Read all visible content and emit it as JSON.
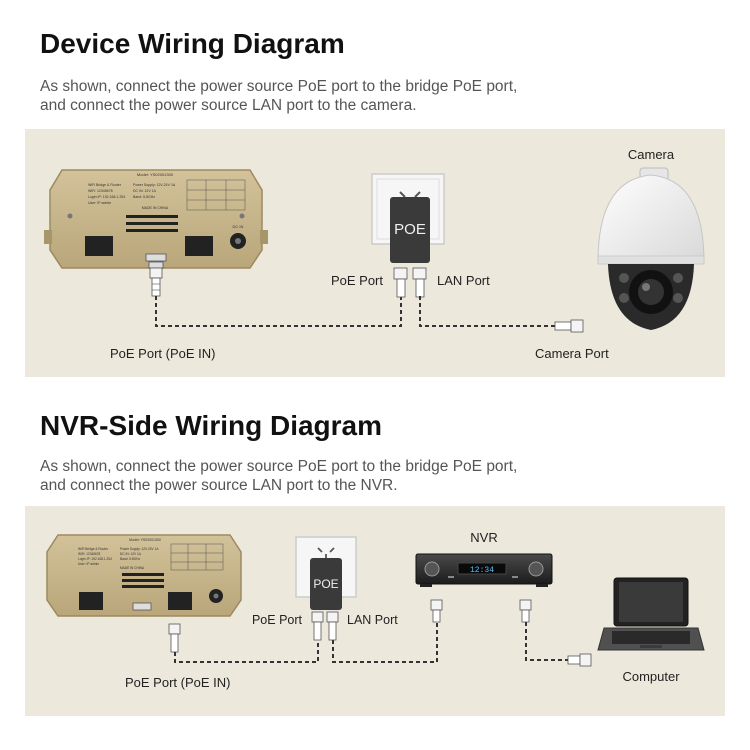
{
  "section1": {
    "title": "Device Wiring Diagram",
    "desc_line1": "As shown, connect the power source PoE port to the bridge PoE port,",
    "desc_line2": "and connect the power source LAN port to the camera.",
    "camera_label": "Camera",
    "poe_port_label": "PoE Port",
    "lan_port_label": "LAN Port",
    "poe_in_label": "PoE Port (PoE IN)",
    "camera_port_label": "Camera Port",
    "injector_text": "POE"
  },
  "section2": {
    "title": "NVR-Side Wiring Diagram",
    "desc_line1": "As shown, connect the power source PoE port to the bridge PoE port,",
    "desc_line2": "and connect the power source LAN port to the NVR.",
    "nvr_label": "NVR",
    "nvr_display": "12:34",
    "poe_port_label": "PoE Port",
    "lan_port_label": "LAN Port",
    "poe_in_label": "PoE Port (PoE IN)",
    "computer_label": "Computer",
    "injector_text": "POE"
  },
  "bridge": {
    "model": "Model: YS02001300",
    "spec_lines": [
      "WiFi Bridge & Router",
      "WiFi: 12345678",
      "Login IP: 192.168.1.254",
      "User: IP admin"
    ],
    "spec2_lines": [
      "Power Supply: 12V-24V 1A",
      "DC IN: 12V 1A",
      "Band: 5.8GHz"
    ],
    "made_in": "MADE IN CHINA",
    "dc_in": "DC IN"
  },
  "colors": {
    "panel": "#ede8dc",
    "bridge": "#c9b78d",
    "cable": "#333333"
  }
}
